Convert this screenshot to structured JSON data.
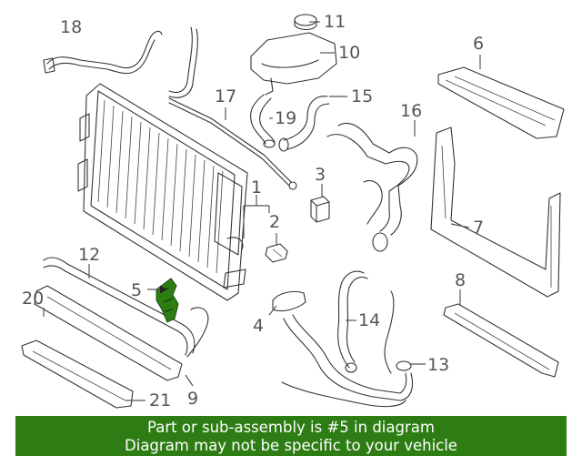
{
  "callouts": {
    "c1": "1",
    "c2": "2",
    "c3": "3",
    "c4": "4",
    "c5": "5",
    "c6": "6",
    "c7": "7",
    "c8": "8",
    "c9": "9",
    "c10": "10",
    "c11": "11",
    "c12": "12",
    "c13": "13",
    "c14": "14",
    "c15": "15",
    "c16": "16",
    "c17": "17",
    "c18": "18",
    "c19": "19",
    "c20": "20",
    "c21": "21"
  },
  "highlight": {
    "part": "5",
    "color": "#2e7d14"
  },
  "banner": {
    "line1": "Part or sub-assembly is #5 in diagram",
    "line2": "Diagram may not be specific to your vehicle",
    "color": "#2e7d14"
  }
}
